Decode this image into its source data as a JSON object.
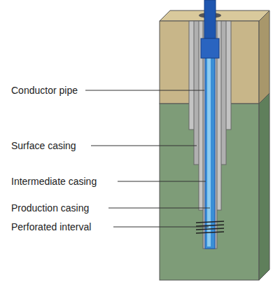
{
  "diagram": {
    "labels": [
      "Conductor pipe",
      "Surface casing",
      "Intermediate casing",
      "Production casing",
      "Perforated interval"
    ]
  }
}
